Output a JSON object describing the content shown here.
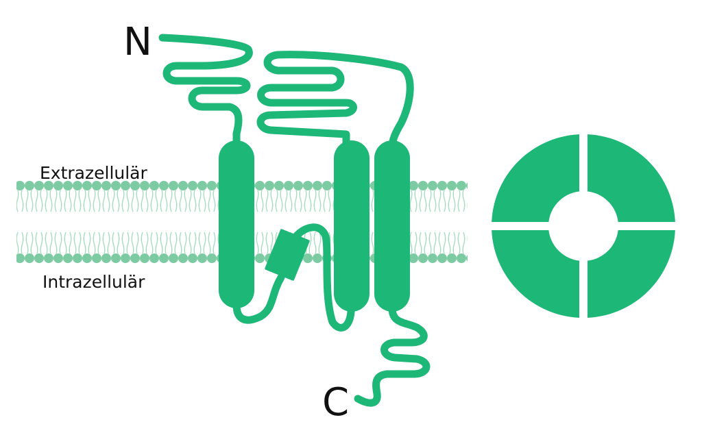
{
  "labels": {
    "n_terminus": "N",
    "c_terminus": "C",
    "extracellular": "Extrazellulär",
    "intracellular": "Intrazellulär"
  },
  "colors": {
    "protein": "#1db777",
    "membrane_head": "#7ccba2",
    "membrane_tail": "#a7dcc0",
    "text": "#111111",
    "background": "#ffffff"
  },
  "structure": {
    "transmembrane_helices": 3,
    "reentrant_loop": 1,
    "pore_subunits": 4
  }
}
